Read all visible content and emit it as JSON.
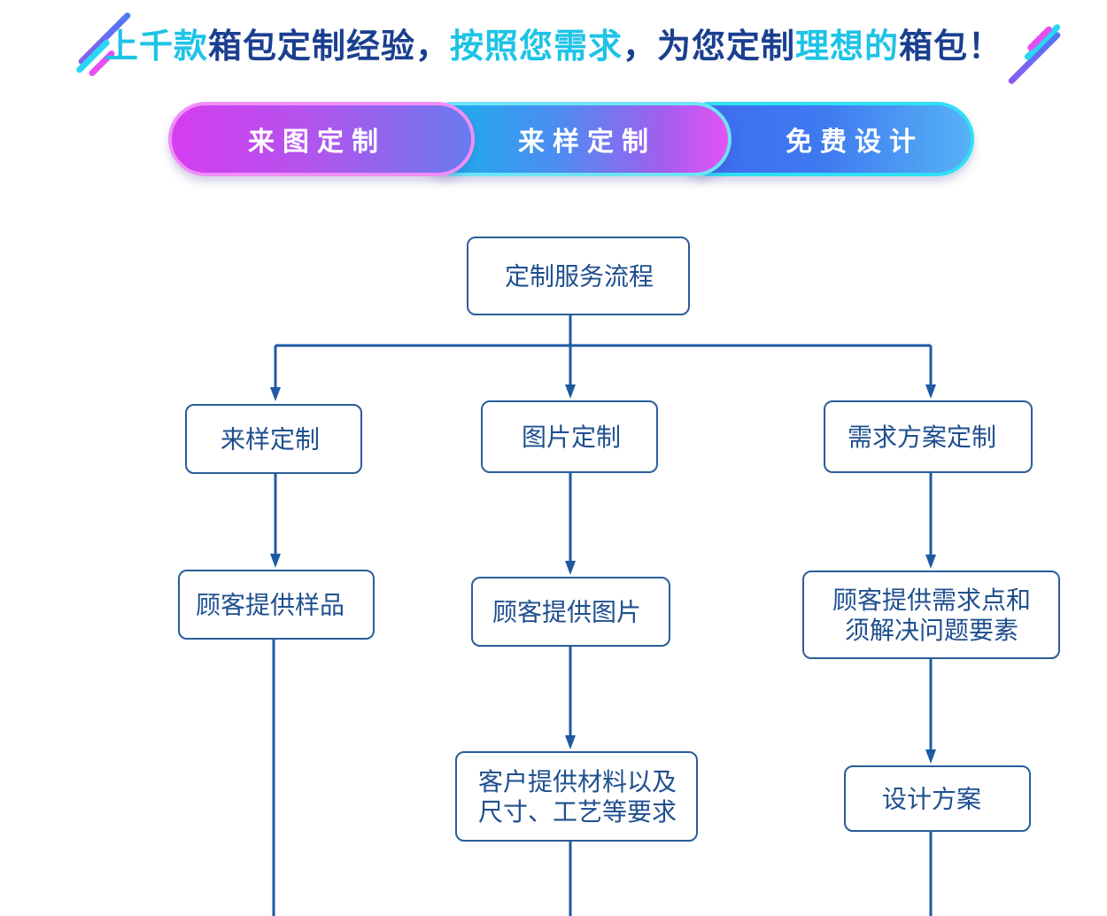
{
  "headline": {
    "segments": [
      {
        "text": "上千款",
        "color": "#1ec3e6"
      },
      {
        "text": "箱包定制经验，",
        "color": "#1b3f8f"
      },
      {
        "text": "按照您需求",
        "color": "#1ec3e6"
      },
      {
        "text": "，为您定制",
        "color": "#1b3f8f"
      },
      {
        "text": "理想的",
        "color": "#1ec3e6"
      },
      {
        "text": "箱包！",
        "color": "#1b3f8f"
      }
    ]
  },
  "tabs": [
    {
      "label": "来图定制"
    },
    {
      "label": "来样定制"
    },
    {
      "label": "免费设计"
    }
  ],
  "diagram": {
    "root": {
      "lines": [
        "定制服务流程"
      ]
    },
    "col_1": [
      {
        "lines": [
          "来样定制"
        ]
      },
      {
        "lines": [
          "顾客提供样品"
        ]
      }
    ],
    "col_2": [
      {
        "lines": [
          "图片定制"
        ]
      },
      {
        "lines": [
          "顾客提供图片"
        ]
      },
      {
        "lines": [
          "客户提供材料以及",
          "尺寸、工艺等要求"
        ]
      }
    ],
    "col_3": [
      {
        "lines": [
          "需求方案定制"
        ]
      },
      {
        "lines": [
          "顾客提供需求点和",
          "须解决问题要素"
        ]
      },
      {
        "lines": [
          "设计方案"
        ]
      }
    ]
  },
  "colors": {
    "navy": "#1b3f8f",
    "cyan": "#1ec3e6",
    "connector": "#1e5aa3"
  }
}
